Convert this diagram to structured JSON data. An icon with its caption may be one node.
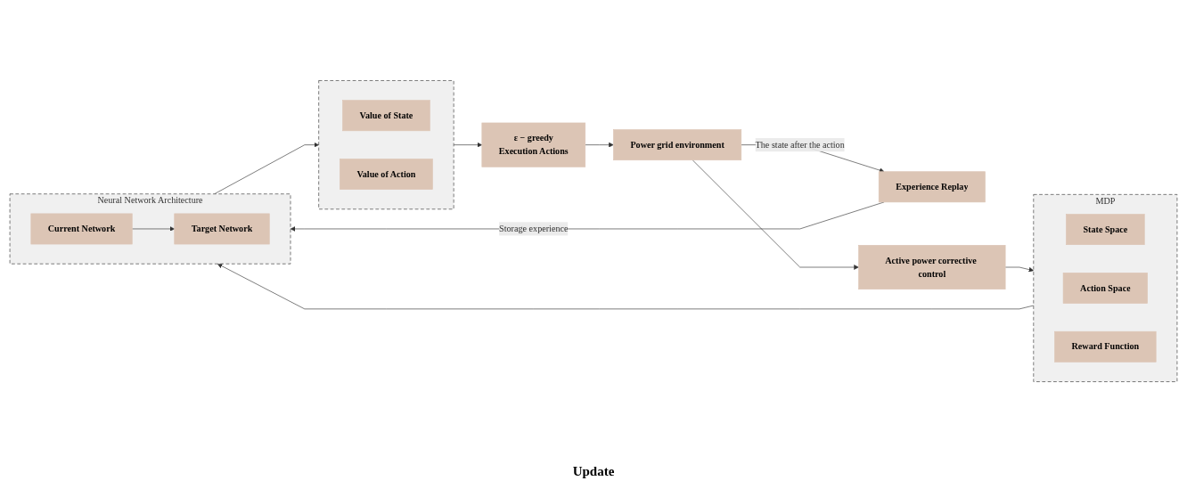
{
  "diagram": {
    "nodes": [
      {
        "text": [
          "Experience Replay"
        ]
      },
      {
        "text": [
          "Power grid environment"
        ]
      },
      {
        "text": [
          "Active power corrective control"
        ]
      },
      {
        "text": [
          "MDP"
        ]
      },
      {
        "text": [
          "State Space"
        ],
        "in": 3
      },
      {
        "text": [
          "Action Space"
        ],
        "in": 3
      },
      {
        "text": [
          "Reward Function"
        ],
        "in": 3
      },
      {
        "text": [
          "ε − greedy",
          "Execution Actions"
        ]
      },
      {
        "text": [],
        "shape": "box"
      },
      {
        "text": [
          "Value of State"
        ],
        "in": 8
      },
      {
        "text": [
          "Value of Action"
        ],
        "in": 8
      },
      {
        "text": [
          "Neural Network Architecture"
        ]
      },
      {
        "text": [
          "Current Network"
        ],
        "in": 11
      },
      {
        "text": [
          "Target Network"
        ],
        "in": 11
      }
    ],
    "edges": [
      {
        "from": 1,
        "to": 0,
        "arrow": "to",
        "label": "The state after the action"
      },
      {
        "from": 0,
        "to": 11,
        "arrow": "to",
        "label": "Storage experience"
      },
      {
        "from": 1,
        "to": 2,
        "arrow": "to"
      },
      {
        "from": 2,
        "to": 3,
        "arrow": "to"
      },
      {
        "from": 3,
        "to": 11,
        "arrow": "to"
      },
      {
        "from": 11,
        "to": 8,
        "arrow": "to"
      },
      {
        "from": 8,
        "to": 7,
        "arrow": "to"
      },
      {
        "from": 7,
        "to": 1,
        "arrow": "to"
      },
      {
        "from": 12,
        "to": 13,
        "arrow": "to"
      }
    ],
    "labels": [
      "Update"
    ]
  }
}
